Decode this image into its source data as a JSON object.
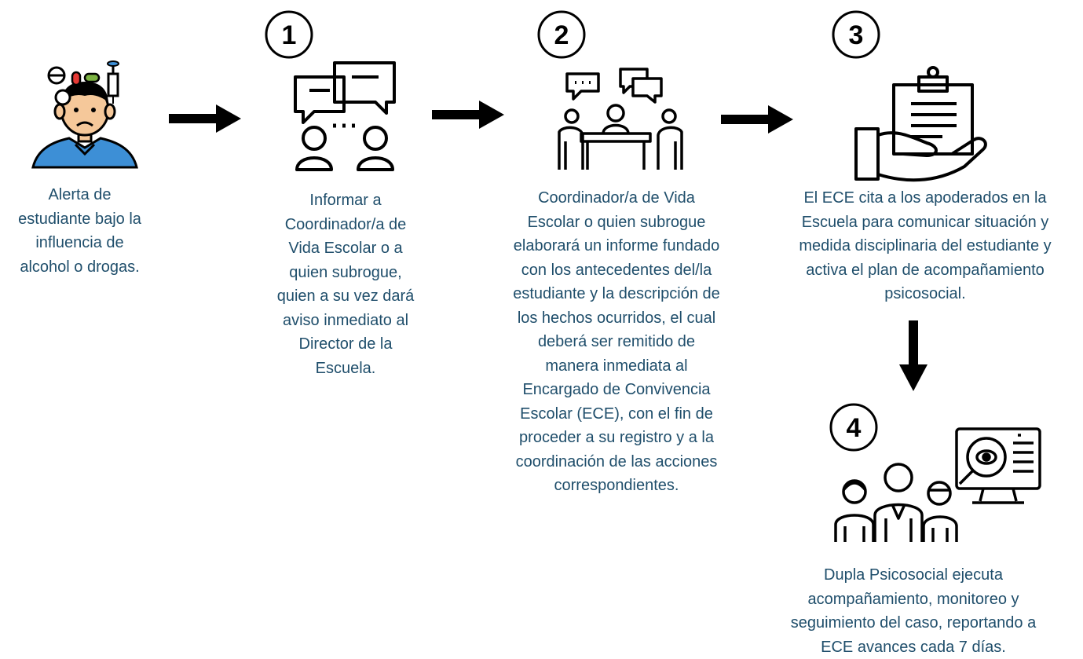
{
  "steps": [
    {
      "number": "",
      "text": "Alerta de\nestudiante bajo la\ninfluencia de\nalcohol o drogas.",
      "icon": "student-under-influence-icon"
    },
    {
      "number": "1",
      "text": "Informar a\nCoordinador/a de\nVida Escolar o a\nquien subrogue,\nquien a su vez dará\naviso inmediato al\nDirector de la\nEscuela.",
      "icon": "chat-people-icon"
    },
    {
      "number": "2",
      "text": "Coordinador/a de Vida\nEscolar o quien subrogue\nelaborará un informe fundado\ncon los antecedentes del/la\nestudiante y la descripción de\nlos hechos ocurridos, el cual\ndeberá ser remitido de\nmanera inmediata al\nEncargado de Convivencia\nEscolar (ECE), con el fin de\nproceder a su registro y a la\ncoordinación de las acciones\ncorrespondientes.",
      "icon": "meeting-icon"
    },
    {
      "number": "3",
      "text": "El ECE cita a los apoderados en la\nEscuela para comunicar situación y\nmedida disciplinaria del estudiante y\nactiva el plan de acompañamiento\npsicosocial.",
      "icon": "hand-clipboard-icon"
    },
    {
      "number": "4",
      "text": "Dupla Psicosocial ejecuta\nacompañamiento, monitoreo y\nseguimiento del caso, reportando a\nECE avances cada 7 días.",
      "icon": "team-monitor-icon"
    }
  ],
  "colors": {
    "text": "#1f4e6b",
    "icon": "#000000",
    "skin": "#f5c89a",
    "shirt": "#3d8fd6",
    "pill": "#e53935",
    "pill2": "#7cb342"
  }
}
